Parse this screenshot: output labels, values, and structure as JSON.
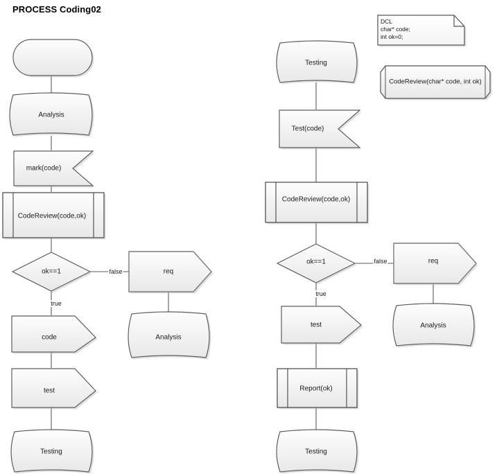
{
  "title": "PROCESS Coding02",
  "style": {
    "fill_top": "#fcfcfc",
    "fill_bottom": "#e9e9e9",
    "stroke": "#6b6b6b",
    "stroke_dark": "#4d4d4d",
    "shadow": "#b8b8b8",
    "connector": "#5a5a5a",
    "text": "#1b1b1b",
    "background": "#ffffff"
  },
  "left_flow": {
    "name": "left-flow",
    "nodes": [
      {
        "id": "l-start",
        "label": "",
        "shape": "stadium"
      },
      {
        "id": "l-analysis",
        "label": "Analysis",
        "shape": "drum"
      },
      {
        "id": "l-mark",
        "label": "mark(code)",
        "shape": "flag"
      },
      {
        "id": "l-codereview",
        "label": "CodeReview(code,ok)",
        "shape": "subroutine"
      },
      {
        "id": "l-decision",
        "label": "ok==1",
        "shape": "diamond"
      },
      {
        "id": "l-req",
        "label": "req",
        "shape": "arrow"
      },
      {
        "id": "l-analysis2",
        "label": "Analysis",
        "shape": "drum"
      },
      {
        "id": "l-code",
        "label": "code",
        "shape": "arrow"
      },
      {
        "id": "l-test",
        "label": "test",
        "shape": "arrow"
      },
      {
        "id": "l-testing",
        "label": "Testing",
        "shape": "drum"
      }
    ],
    "edge_labels": [
      {
        "id": "l-false",
        "label": "false"
      },
      {
        "id": "l-true",
        "label": "true"
      }
    ]
  },
  "right_flow": {
    "name": "right-flow",
    "nodes": [
      {
        "id": "r-testing-start",
        "label": "Testing",
        "shape": "drum"
      },
      {
        "id": "r-testcode",
        "label": "Test(code)",
        "shape": "flag"
      },
      {
        "id": "r-codereview",
        "label": "CodeReview(code,ok)",
        "shape": "subroutine"
      },
      {
        "id": "r-decision",
        "label": "ok==1",
        "shape": "diamond"
      },
      {
        "id": "r-req",
        "label": "req",
        "shape": "arrow"
      },
      {
        "id": "r-analysis",
        "label": "Analysis",
        "shape": "drum"
      },
      {
        "id": "r-test",
        "label": "test",
        "shape": "arrow"
      },
      {
        "id": "r-report",
        "label": "Report(ok)",
        "shape": "subroutine"
      },
      {
        "id": "r-testing-end",
        "label": "Testing",
        "shape": "drum"
      }
    ],
    "edge_labels": [
      {
        "id": "r-false",
        "label": "false"
      },
      {
        "id": "r-true",
        "label": "true"
      }
    ]
  },
  "annotations": {
    "declaration_note": {
      "name": "declaration-note",
      "shape": "note",
      "line1": "DCL",
      "line2": "char* code;",
      "line3": "int ok=0;"
    },
    "signature_box": {
      "name": "signature-box",
      "shape": "octagon",
      "label": "CodeReview(char* code, int ok)"
    }
  }
}
